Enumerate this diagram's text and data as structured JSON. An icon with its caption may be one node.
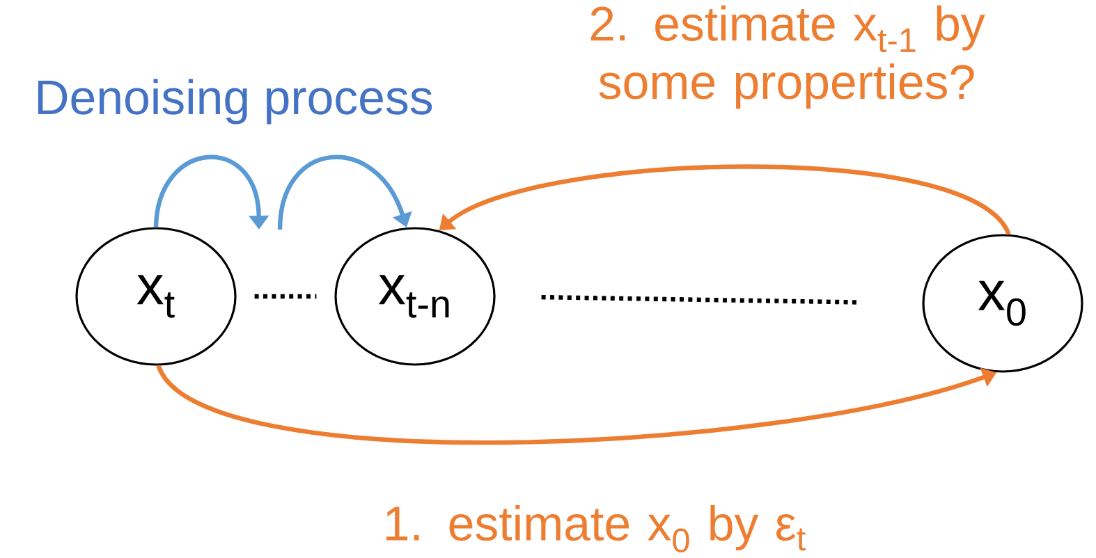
{
  "diagram": {
    "nodes": [
      {
        "text": [
          "x$_{t}$"
        ]
      },
      {
        "text": [
          "x$_{t-n}$"
        ]
      },
      {
        "text": [
          "x$_{0}$"
        ]
      }
    ],
    "edges": [
      {
        "from": 0,
        "to": null,
        "arrow": "to",
        "color": "#5b9bd5"
      },
      {
        "from": null,
        "to": 1,
        "arrow": "to",
        "color": "#5b9bd5"
      },
      {
        "from": 0,
        "to": 2,
        "arrow": "to",
        "color": "#ed7d31",
        "label": "1. estimate x$_{0}$ by ε$_{t}$"
      },
      {
        "from": 2,
        "to": 1,
        "arrow": "to",
        "color": "#ed7d31",
        "label": "2. estimate x$_{t-1}$ by some properties?"
      },
      {
        "from": 0,
        "to": 1,
        "arrow": "none",
        "style": "dashed",
        "color": "#000000"
      },
      {
        "from": 1,
        "to": 2,
        "arrow": "none",
        "style": "dashed",
        "color": "#000000"
      }
    ],
    "labels": [
      "Denoising process"
    ]
  }
}
